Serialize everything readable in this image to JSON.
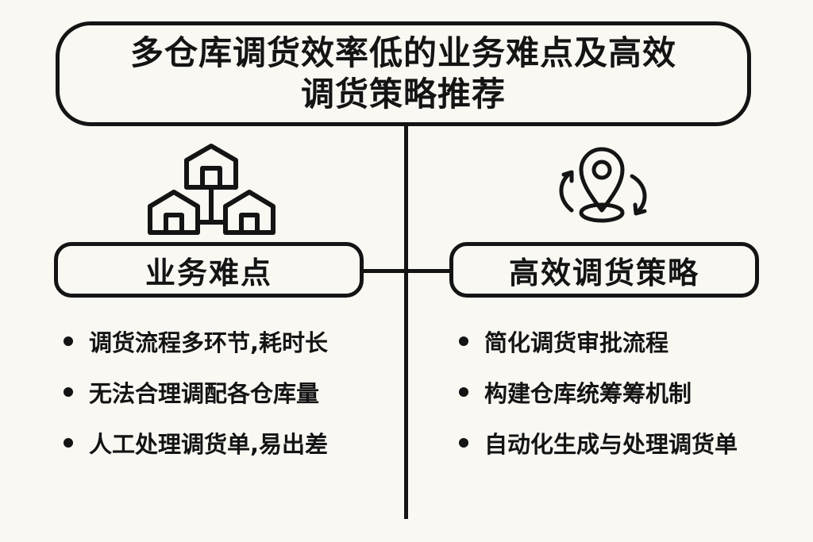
{
  "title": {
    "line1": "多仓库调货效率低的业务难点及高效",
    "line2": "调货策略推荐"
  },
  "colors": {
    "background": "#faf8f3",
    "ink": "#141414"
  },
  "left": {
    "icon": "warehouse-network-icon",
    "heading": "业务难点",
    "items": [
      {
        "text": "调货流程多环节,耗时长"
      },
      {
        "text": "无法合理调配各仓库量"
      },
      {
        "text": "人工处理调货单,易出差"
      }
    ]
  },
  "right": {
    "icon": "location-pin-cycle-icon",
    "heading": "高效调货策略",
    "items": [
      {
        "text": "简化调货审批流程"
      },
      {
        "text": "构建仓库统筹筹机制"
      },
      {
        "text": "自动化生成与处理调货单"
      }
    ]
  }
}
